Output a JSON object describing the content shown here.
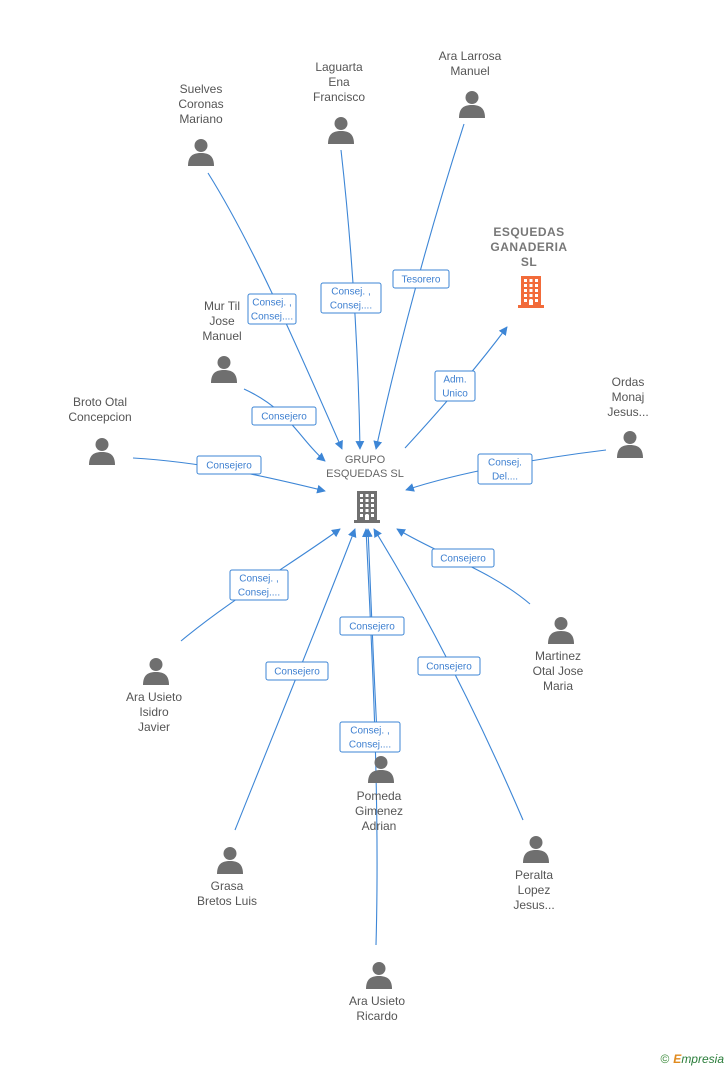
{
  "center": {
    "name_lines": [
      "GRUPO",
      "ESQUEDAS SL"
    ]
  },
  "company": {
    "name_lines": [
      "ESQUEDAS",
      "GANADERIA",
      "SL"
    ],
    "color": "#f26b3a"
  },
  "people": [
    {
      "id": "suelves",
      "lines": [
        "Suelves",
        "Coronas",
        "Mariano"
      ]
    },
    {
      "id": "laguarta",
      "lines": [
        "Laguarta",
        "Ena",
        "Francisco"
      ]
    },
    {
      "id": "ara-larrosa",
      "lines": [
        "Ara Larrosa",
        "Manuel"
      ]
    },
    {
      "id": "mur-til",
      "lines": [
        "Mur Til",
        "Jose",
        "Manuel"
      ]
    },
    {
      "id": "broto",
      "lines": [
        "Broto Otal",
        "Concepcion"
      ]
    },
    {
      "id": "ordas",
      "lines": [
        "Ordas",
        "Monaj",
        "Jesus..."
      ]
    },
    {
      "id": "martinez",
      "lines": [
        "Martinez",
        "Otal Jose",
        "Maria"
      ]
    },
    {
      "id": "ara-usieto-isidro",
      "lines": [
        "Ara Usieto",
        "Isidro",
        "Javier"
      ]
    },
    {
      "id": "pomeda",
      "lines": [
        "Pomeda",
        "Gimenez",
        "Adrian"
      ]
    },
    {
      "id": "grasa",
      "lines": [
        "Grasa",
        "Bretos Luis"
      ]
    },
    {
      "id": "peralta",
      "lines": [
        "Peralta",
        "Lopez",
        "Jesus..."
      ]
    },
    {
      "id": "ara-usieto-ricardo",
      "lines": [
        "Ara Usieto",
        "Ricardo"
      ]
    }
  ],
  "edge_labels": [
    {
      "id": "suelves",
      "lines": [
        "Consej. ,",
        "Consej...."
      ]
    },
    {
      "id": "laguarta",
      "lines": [
        "Consej. ,",
        "Consej...."
      ]
    },
    {
      "id": "ara-larrosa",
      "lines": [
        "Tesorero"
      ]
    },
    {
      "id": "mur-til",
      "lines": [
        "Consejero"
      ]
    },
    {
      "id": "broto",
      "lines": [
        "Consejero"
      ]
    },
    {
      "id": "company",
      "lines": [
        "Adm.",
        "Unico"
      ]
    },
    {
      "id": "ordas",
      "lines": [
        "Consej.",
        "Del...."
      ]
    },
    {
      "id": "martinez",
      "lines": [
        "Consejero"
      ]
    },
    {
      "id": "ara-usieto-isidro",
      "lines": [
        "Consej. ,",
        "Consej...."
      ]
    },
    {
      "id": "pomeda",
      "lines": [
        "Consejero"
      ]
    },
    {
      "id": "ara-usieto-ricardo",
      "lines": [
        "Consej. ,",
        "Consej...."
      ]
    },
    {
      "id": "grasa",
      "lines": [
        "Consejero"
      ]
    },
    {
      "id": "peralta",
      "lines": [
        "Consejero"
      ]
    }
  ],
  "footer": {
    "copyright": "©",
    "brand_initial": "E",
    "brand_rest": "mpresia"
  },
  "colors": {
    "edge": "#3d86d6",
    "icon": "#6f6f6f",
    "building_center": "#707070"
  }
}
